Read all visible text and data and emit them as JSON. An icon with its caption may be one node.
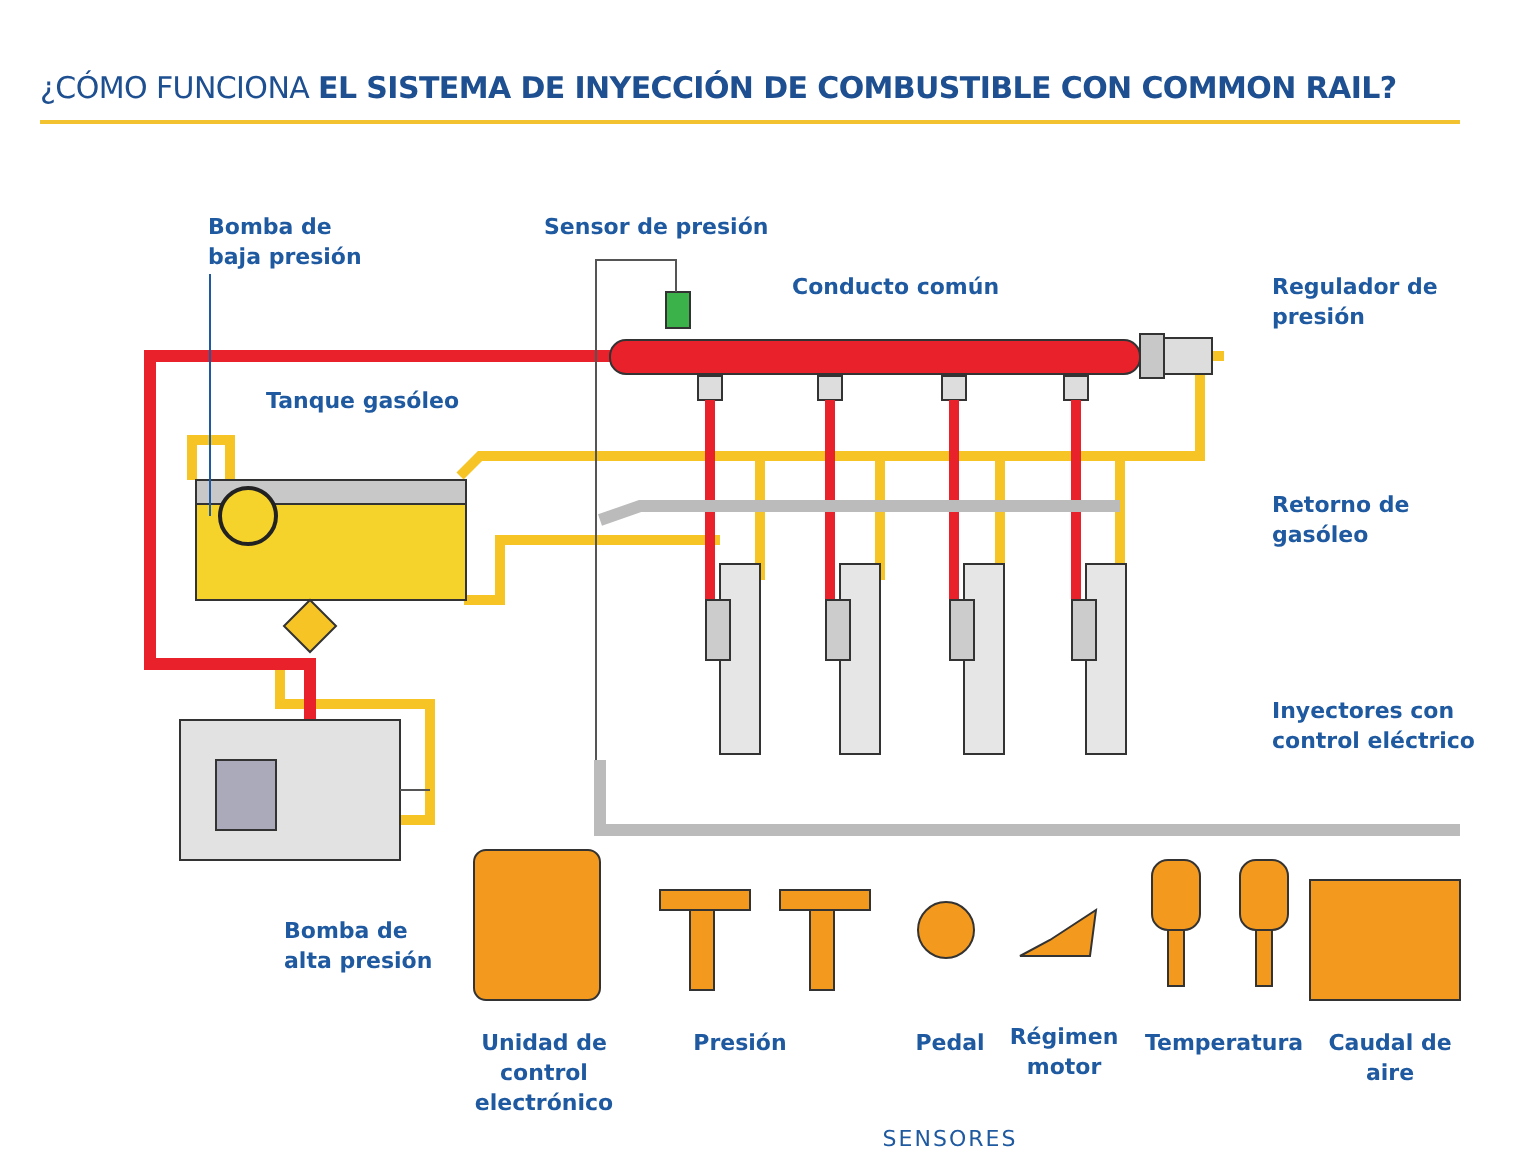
{
  "diagram": {
    "title": "¿CÓMO FUNCIONA **EL SISTEMA DE INYECCIÓN DE COMBUSTIBLE CON COMMON RAIL?**",
    "nodes": [
      {
        "text": [
          "Bomba de baja presión"
        ]
      },
      {
        "text": [],
        "shape": "circle"
      }
    ],
    "edges": [
      {
        "from": 0,
        "to": 1,
        "arrow": "none"
      }
    ],
    "labels": [
      "Sensor de presión",
      "Conducto común",
      "Regulador de presión",
      "Tanque gasóleo",
      "Retorno de gasóleo",
      "Inyectores con control eléctrico",
      "Bomba de alta presión",
      "Unidad de control electrónico",
      "Presión",
      "Pedal",
      "Régimen motor",
      "Temperatura",
      "Caudal de aire",
      "SENSORES"
    ]
  }
}
